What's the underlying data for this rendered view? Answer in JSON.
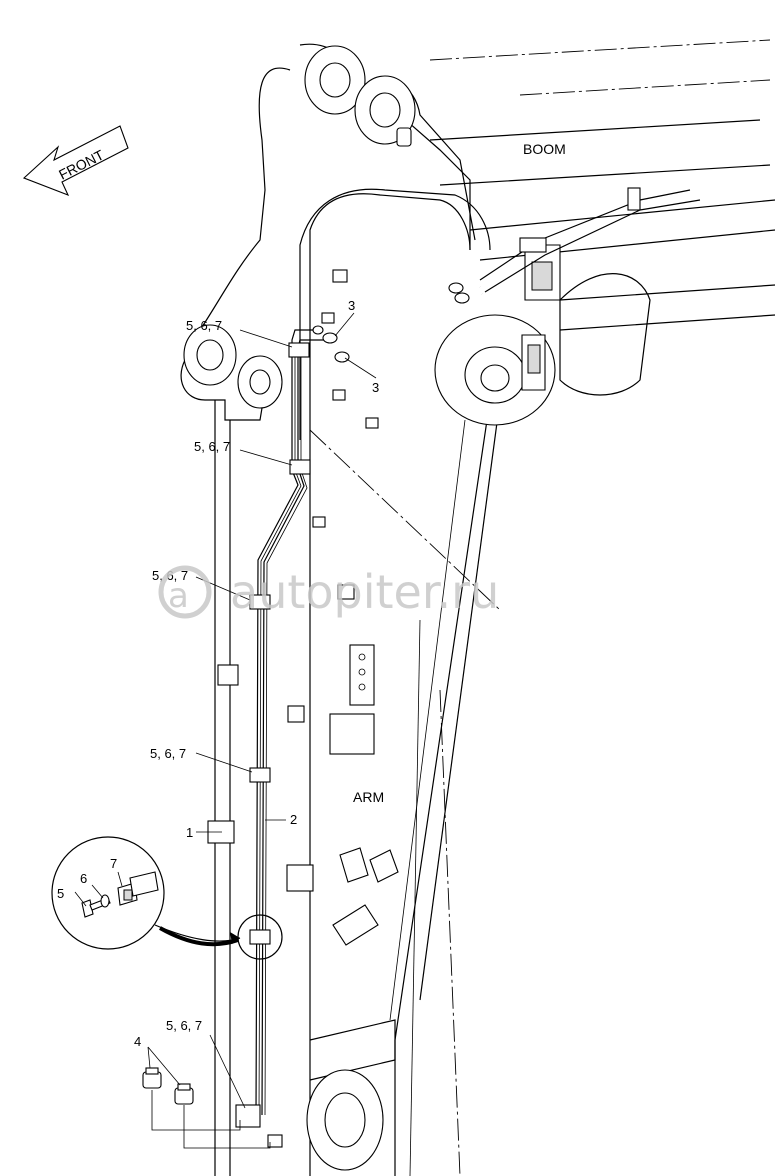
{
  "labels": {
    "front": "FRONT",
    "boom": "BOOM",
    "arm": "ARM",
    "callout_567": "5, 6, 7",
    "callout_3": "3",
    "callout_1": "1",
    "callout_2": "2",
    "callout_4": "4",
    "callout_5": "5",
    "callout_6": "6",
    "callout_7": "7"
  },
  "watermark": "autopiter.ru",
  "colors": {
    "line": "#000000",
    "watermark": "#c8c8c8"
  }
}
